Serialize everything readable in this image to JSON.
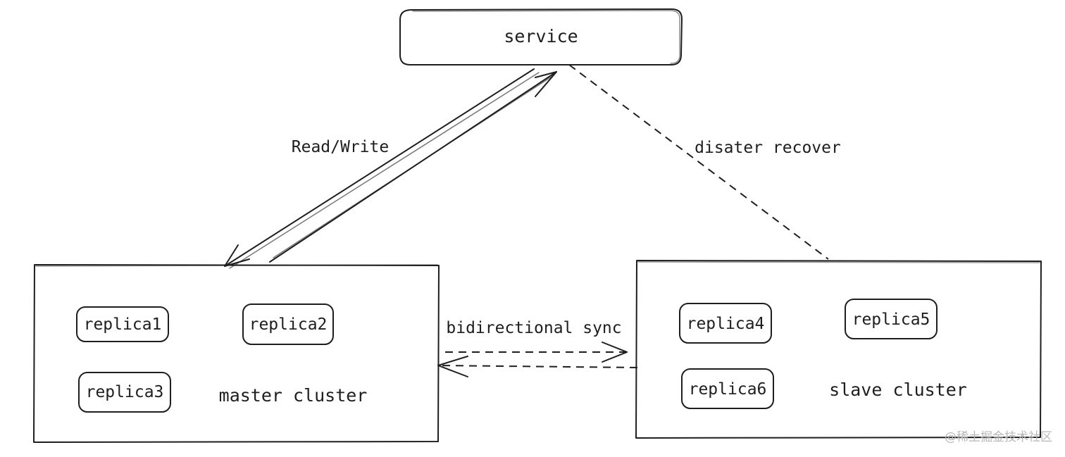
{
  "nodes": {
    "service": "service",
    "master_cluster": "master cluster",
    "slave_cluster": "slave cluster",
    "replicas": [
      "replica1",
      "replica2",
      "replica3",
      "replica4",
      "replica5",
      "replica6"
    ]
  },
  "edges": {
    "read_write": "Read/Write",
    "disaster_recover": "disater recover",
    "bidirectional_sync": "bidirectional sync"
  },
  "watermark": "@稀土掘金技术社区",
  "colors": {
    "stroke": "#1e1e1e",
    "background": "#ffffff",
    "watermark": "#b8b8b8"
  }
}
